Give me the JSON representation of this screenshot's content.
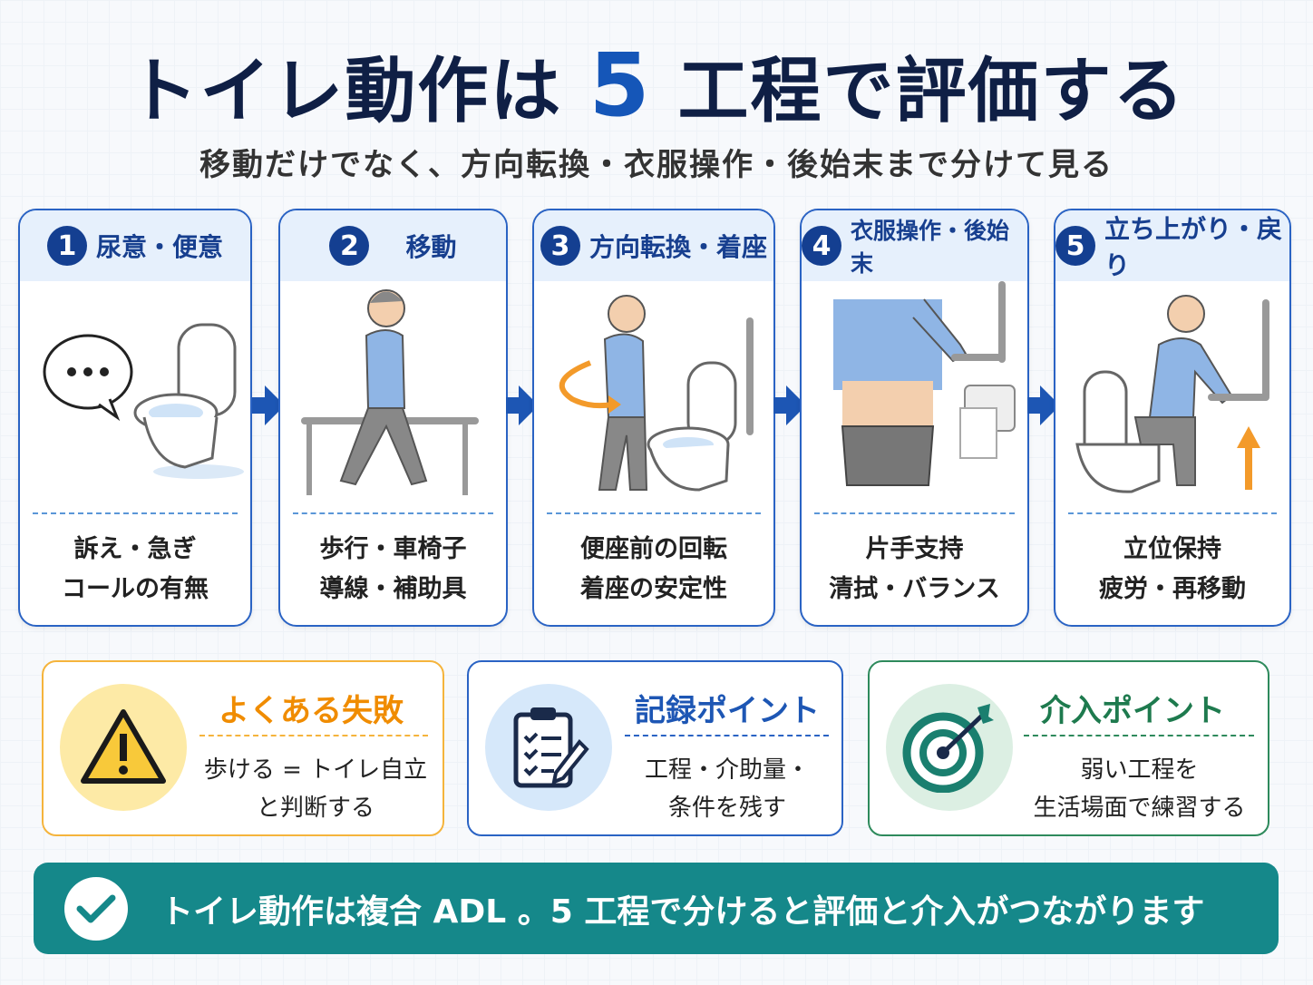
{
  "title": {
    "pre": "トイレ動作は",
    "num": "5",
    "post": "工程で評価する"
  },
  "subtitle": "移動だけでなく、方向転換・衣服操作・後始末まで分けて見る",
  "steps": [
    {
      "num": "1",
      "label": "尿意・便意",
      "lines": [
        "訴え・急ぎ",
        "コールの有無"
      ],
      "icon": "speech-bubble-toilet"
    },
    {
      "num": "2",
      "label": "移動",
      "lines": [
        "歩行・車椅子",
        "導線・補助具"
      ],
      "icon": "walking-person-handrail"
    },
    {
      "num": "3",
      "label": "方向転換・着座",
      "lines": [
        "便座前の回転",
        "着座の安定性"
      ],
      "icon": "turning-person-toilet"
    },
    {
      "num": "4",
      "label": "衣服操作・後始末",
      "lines": [
        "片手支持",
        "清拭・バランス"
      ],
      "icon": "clothing-toilet-paper"
    },
    {
      "num": "5",
      "label": "立ち上がり・戻り",
      "lines": [
        "立位保持",
        "疲労・再移動"
      ],
      "icon": "standing-up-grab-bar"
    }
  ],
  "boxes": [
    {
      "title": "よくある失敗",
      "lines": [
        "歩ける = トイレ自立",
        "と判断する"
      ],
      "icon": "warning-icon",
      "color": "#f08c00"
    },
    {
      "title": "記録ポイント",
      "lines": [
        "工程・介助量・",
        "条件を残す"
      ],
      "icon": "clipboard-icon",
      "color": "#1d56b4"
    },
    {
      "title": "介入ポイント",
      "lines": [
        "弱い工程を",
        "生活場面で練習する"
      ],
      "icon": "target-icon",
      "color": "#1e7a4e"
    }
  ],
  "banner": "トイレ動作は複合 ADL 。5 工程で分けると評価と介入がつながります",
  "colors": {
    "navy": "#0f1f45",
    "blue": "#1d56b4",
    "teal": "#15888a",
    "orange": "#f08c00",
    "green": "#1e7a4e"
  }
}
